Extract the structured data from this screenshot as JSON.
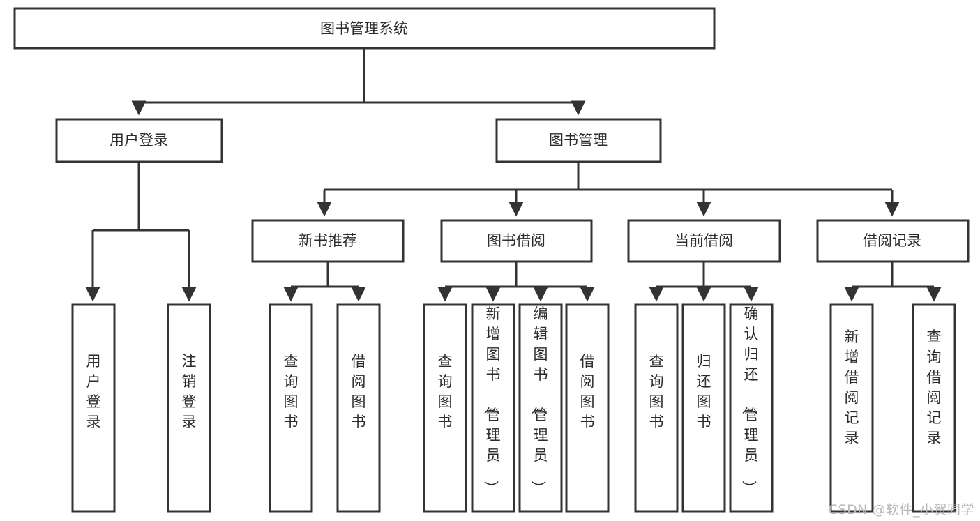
{
  "diagram": {
    "type": "tree-hierarchy-flowchart",
    "title": "图书管理系统",
    "watermark": "CSDN @软件_小贺同学",
    "style": {
      "box_fill": "#ffffff",
      "box_stroke": "#333333",
      "text_color": "#2b2b2b",
      "watermark_color": "#b9b9b9",
      "background": "#ffffff"
    },
    "levels": [
      {
        "level": 1,
        "nodes": [
          {
            "id": "root",
            "label": "图书管理系统",
            "orientation": "horizontal"
          }
        ]
      },
      {
        "level": 2,
        "nodes": [
          {
            "id": "login",
            "label": "用户登录",
            "orientation": "horizontal",
            "parent": "root"
          },
          {
            "id": "bookmgmt",
            "label": "图书管理",
            "orientation": "horizontal",
            "parent": "root"
          }
        ]
      },
      {
        "level": 3,
        "nodes": [
          {
            "id": "newbook",
            "label": "新书推荐",
            "orientation": "horizontal",
            "parent": "bookmgmt"
          },
          {
            "id": "borrow",
            "label": "图书借阅",
            "orientation": "horizontal",
            "parent": "bookmgmt"
          },
          {
            "id": "current",
            "label": "当前借阅",
            "orientation": "horizontal",
            "parent": "bookmgmt"
          },
          {
            "id": "records",
            "label": "借阅记录",
            "orientation": "horizontal",
            "parent": "bookmgmt"
          }
        ]
      },
      {
        "level": 4,
        "nodes": [
          {
            "id": "leaf-user-login",
            "label": "用户登录",
            "orientation": "vertical",
            "parent": "login"
          },
          {
            "id": "leaf-logout",
            "label": "注销登录",
            "orientation": "vertical",
            "parent": "login"
          },
          {
            "id": "leaf-query-book-1",
            "label": "查询图书",
            "orientation": "vertical",
            "parent": "newbook"
          },
          {
            "id": "leaf-borrow-book-1",
            "label": "借阅图书",
            "orientation": "vertical",
            "parent": "newbook"
          },
          {
            "id": "leaf-query-book-2",
            "label": "查询图书",
            "orientation": "vertical",
            "parent": "borrow"
          },
          {
            "id": "leaf-add-book",
            "label": "新增图书（管理员）",
            "orientation": "vertical",
            "parent": "borrow"
          },
          {
            "id": "leaf-edit-book",
            "label": "编辑图书（管理员）",
            "orientation": "vertical",
            "parent": "borrow"
          },
          {
            "id": "leaf-borrow-book-2",
            "label": "借阅图书",
            "orientation": "vertical",
            "parent": "borrow"
          },
          {
            "id": "leaf-query-book-3",
            "label": "查询图书",
            "orientation": "vertical",
            "parent": "current"
          },
          {
            "id": "leaf-return-book",
            "label": "归还图书",
            "orientation": "vertical",
            "parent": "current"
          },
          {
            "id": "leaf-confirm-return",
            "label": "确认归还（管理员）",
            "orientation": "vertical",
            "parent": "current"
          },
          {
            "id": "leaf-add-record",
            "label": "新增借阅记录",
            "orientation": "vertical",
            "parent": "records"
          },
          {
            "id": "leaf-query-record",
            "label": "查询借阅记录",
            "orientation": "vertical",
            "parent": "records"
          }
        ]
      }
    ]
  }
}
